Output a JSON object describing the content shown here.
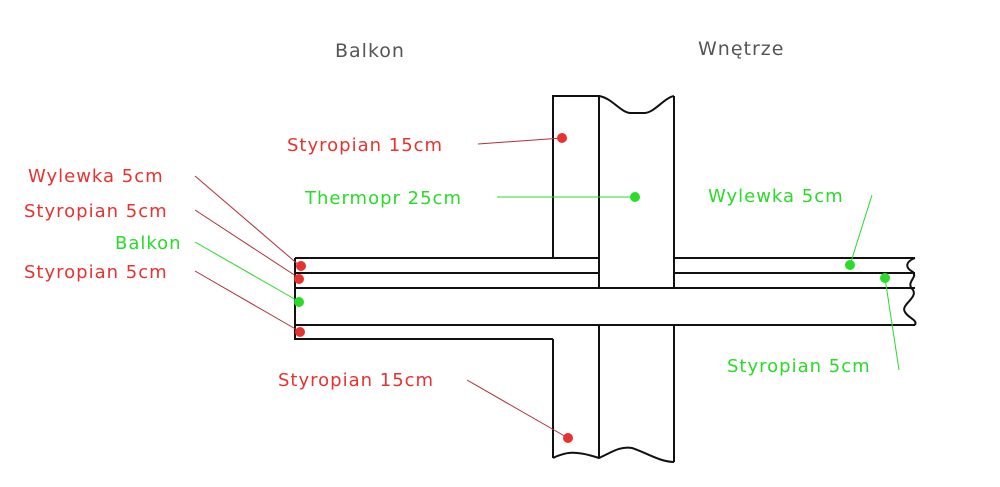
{
  "titles": {
    "balcony": "Balkon",
    "interior": "Wnętrze"
  },
  "labels": {
    "styro_top": "Styropian  15cm",
    "thermopr": "Thermopr  25cm",
    "wylewka_left": "Wylewka  5cm",
    "styro_left1": "Styropian  5cm",
    "balkon": "Balkon",
    "styro_left2": "Styropian  5cm",
    "styro_bottom": "Styropian  15cm",
    "wylewka_right": "Wylewka  5cm",
    "styro_right": "Styropian  5cm"
  },
  "colors": {
    "red": "#e8322f",
    "green": "#28dc28",
    "line_red": "#b0303a",
    "line_green": "#28dc28"
  }
}
